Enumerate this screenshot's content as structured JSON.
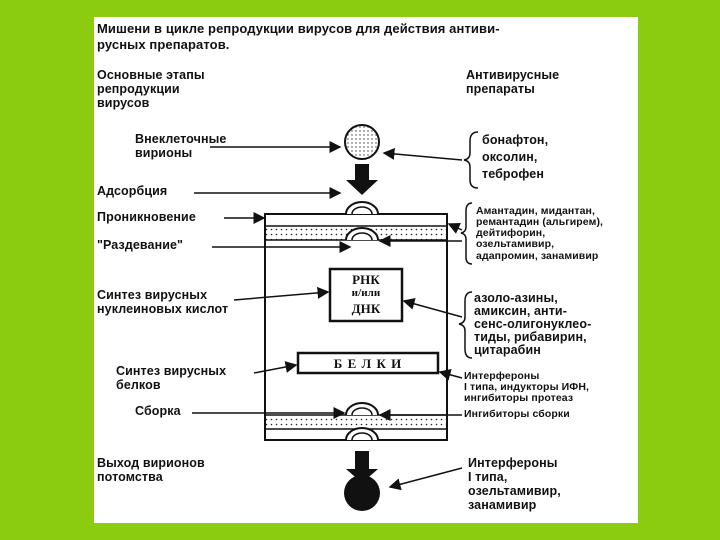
{
  "title": {
    "line1": "Мишени в цикле репродукции вирусов для действия антиви-",
    "line2": "русных препаратов."
  },
  "headers": {
    "left": [
      "Основные этапы",
      "репродукции",
      "вирусов"
    ],
    "right": [
      "Антивирусные",
      "препараты"
    ]
  },
  "stages": {
    "extracellular": [
      "Внеклеточные",
      "вирионы"
    ],
    "adsorption": "Адсорбция",
    "penetration": "Проникновение",
    "uncoating": "\"Раздевание\"",
    "nucleic_synthesis": [
      "Синтез вирусных",
      "нуклеиновых кислот"
    ],
    "protein_synthesis": [
      "Синтез вирусных",
      "белков"
    ],
    "assembly": "Сборка",
    "release": [
      "Выход вирионов",
      "потомства"
    ]
  },
  "drugs": {
    "extracellular": [
      "бонафтон,",
      "оксолин,",
      "теброфен"
    ],
    "penetration": [
      "Амантадин, мидантан,",
      "ремантадин (альгирем),",
      "дейтифорин,",
      "озельтамивир,",
      "адапромин, занамивир"
    ],
    "nucleic": [
      "азоло-азины,",
      "амиксин, анти-",
      "сенс-олигонуклео-",
      "тиды, рибавирин,",
      "цитарабин"
    ],
    "protein": [
      "Интерфероны",
      "I типа, индукторы ИФН,",
      "ингибиторы протеаз"
    ],
    "assembly": "Ингибиторы сборки",
    "release": [
      "Интерфероны",
      "I типа,",
      "озельтамивир,",
      "занамивир"
    ]
  },
  "cell": {
    "nucleic_box": [
      "РНК",
      "и/или",
      "ДНК"
    ],
    "protein_box": "Б Е Л К И"
  },
  "colors": {
    "background": "#8ccc10",
    "slide": "#ffffff",
    "ink": "#111111"
  }
}
